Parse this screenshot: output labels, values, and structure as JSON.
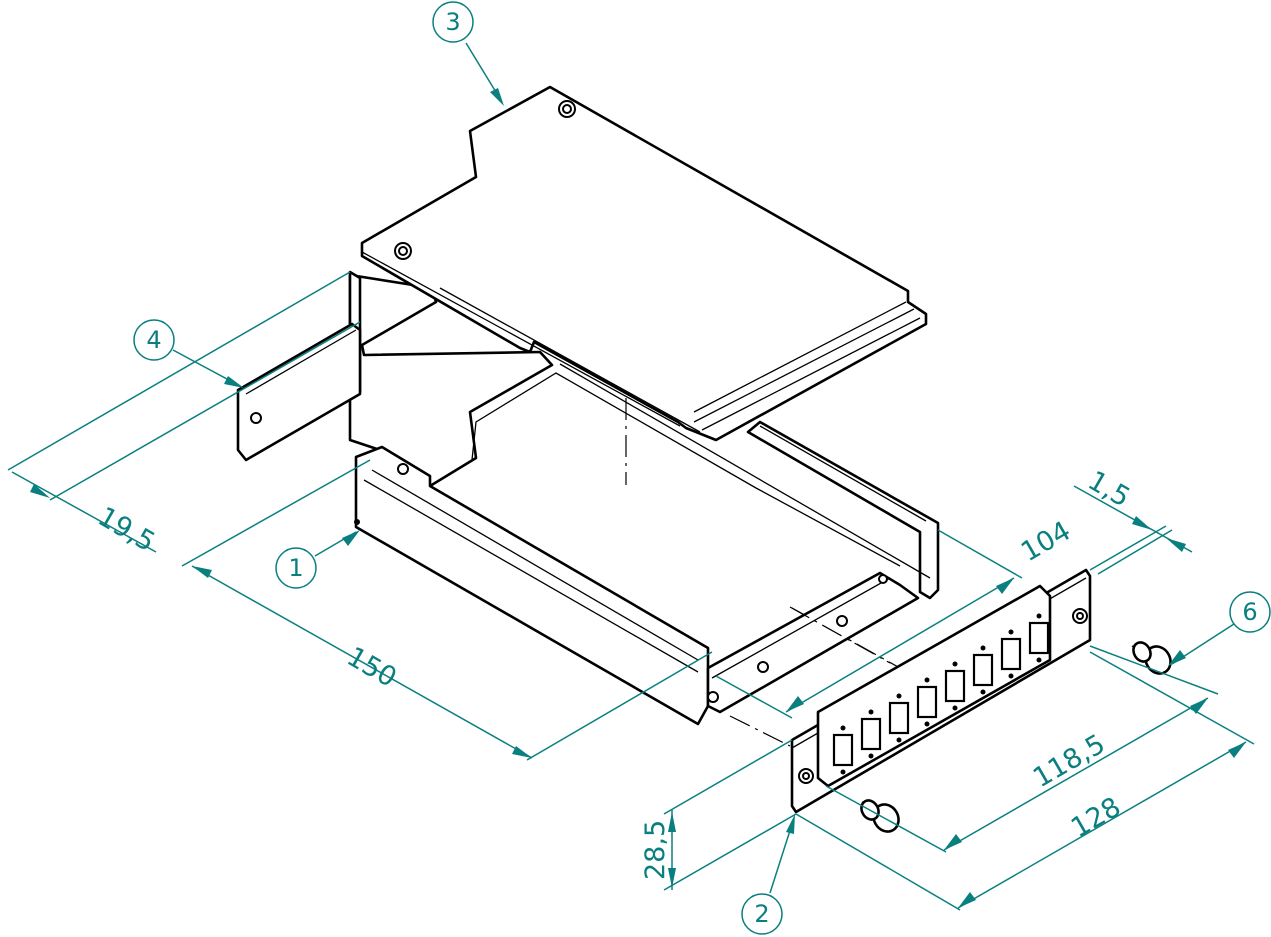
{
  "balloons": {
    "b1": "1",
    "b2": "2",
    "b3": "3",
    "b4": "4",
    "b6": "6"
  },
  "dimensions": {
    "d150": "150",
    "d104": "104",
    "d19_5": "19,5",
    "d1_5": "1,5",
    "d118_5": "118,5",
    "d128": "128",
    "d28_5": "28,5"
  },
  "colors": {
    "dimension": "#0a7f80",
    "lines": "#000000",
    "background": "#ffffff"
  }
}
